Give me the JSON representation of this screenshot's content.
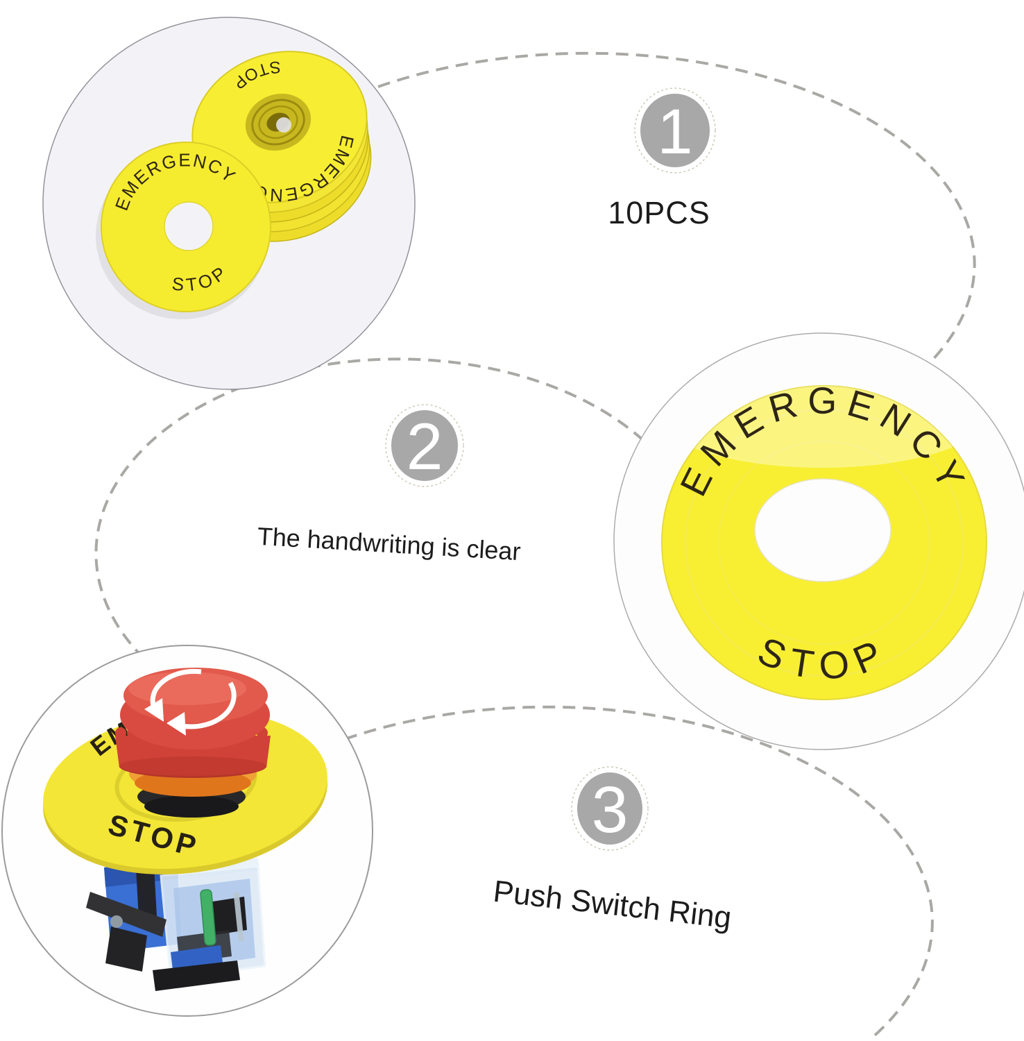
{
  "ring": {
    "top": "EMERGENCY",
    "bottom": "STOP"
  },
  "steps": [
    {
      "number": "1",
      "label": "10PCS"
    },
    {
      "number": "2",
      "label": "The handwriting is clear"
    },
    {
      "number": "3",
      "label": "Push Switch Ring"
    }
  ],
  "colors": {
    "ring_yellow": "#f8ef33",
    "ring_text_dark": "#2e2517",
    "badge_gray": "#a8a8a8",
    "badge_number": "#ffffff",
    "dash_gray": "#a9a8a4",
    "label_black": "#1c1c1c",
    "button_red": "#d94b41",
    "button_orange": "#f0a136",
    "switch_blue": "#3a6fd4",
    "contact_green": "#43b068",
    "photo_bg_gray": "#f3f3f7"
  }
}
